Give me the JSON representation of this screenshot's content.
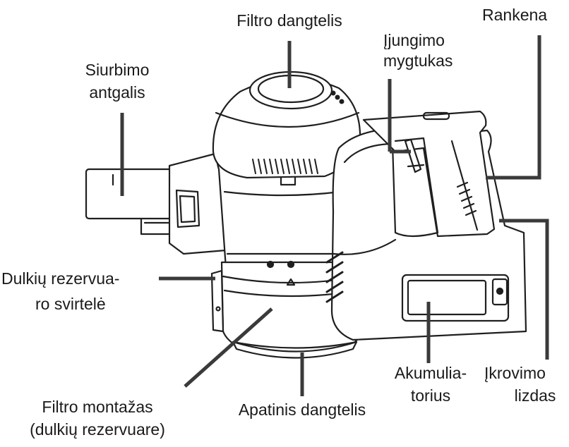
{
  "labels": {
    "filter_cover": "Filtro dangtelis",
    "power_button_1": "Įjungimo",
    "power_button_2": "mygtukas",
    "handle": "Rankena",
    "suction_nozzle_1": "Siurbimo",
    "suction_nozzle_2": "antgalis",
    "dust_lever_1": "Dulkių rezervua-",
    "dust_lever_2": "ro svirtelė",
    "filter_mount_1": "Filtro montažas",
    "filter_mount_2": "(dulkių rezervuare)",
    "bottom_cover": "Apatinis dangtelis",
    "battery_1": "Akumulia-",
    "battery_2": "torius",
    "charging_port_1": "Įkrovimo",
    "charging_port_2": "lizdas"
  },
  "colors": {
    "line": "#1f1f1f",
    "leader": "#3a3a3a",
    "text": "#1a1a1a"
  }
}
